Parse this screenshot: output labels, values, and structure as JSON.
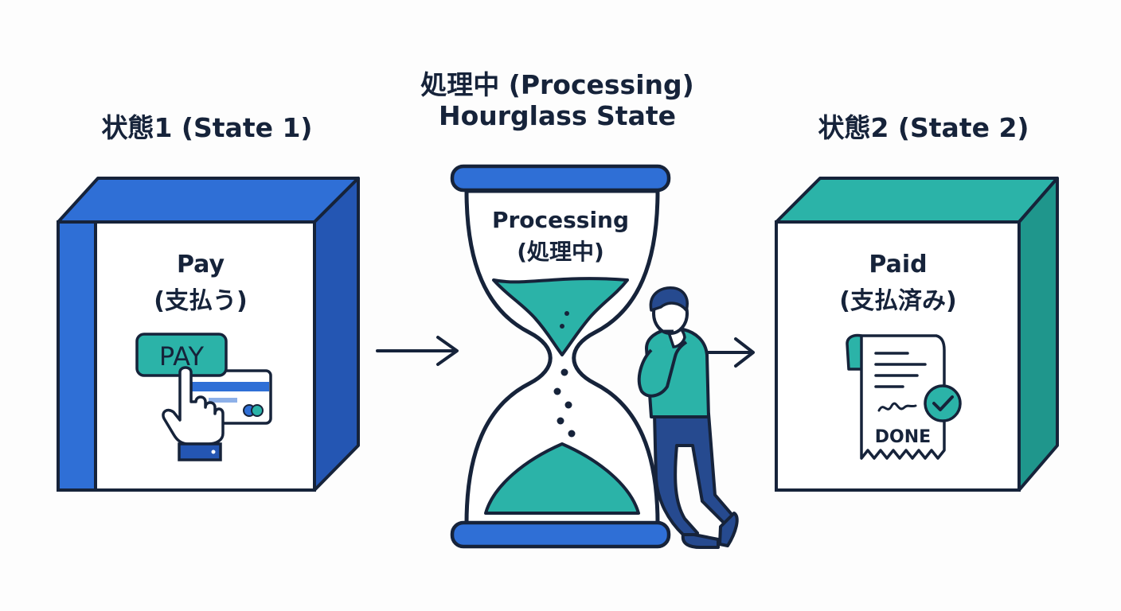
{
  "state1": {
    "title": "状態1 (State 1)",
    "label_line1": "Pay",
    "label_line2": "(支払う)",
    "button_text": "PAY"
  },
  "processing": {
    "title_line1": "処理中 (Processing)",
    "title_line2": "Hourglass State",
    "label_line1": "Processing",
    "label_line2": "(処理中)"
  },
  "state2": {
    "title": "状態2 (State 2)",
    "label_line1": "Paid",
    "label_line2": "(支払済み)",
    "receipt_text": "DONE"
  },
  "colors": {
    "navy": "#16233a",
    "blue": "#2f6fd6",
    "blue_dark": "#2456b3",
    "teal": "#2bb3a8",
    "teal_dark": "#1f968c",
    "teal_light": "#dff3f1"
  },
  "icons": [
    "hand-pointer-icon",
    "credit-card-icon",
    "pay-button-icon",
    "receipt-icon",
    "checkmark-icon",
    "hourglass-icon",
    "thinking-person-icon",
    "arrow-right-icon"
  ]
}
